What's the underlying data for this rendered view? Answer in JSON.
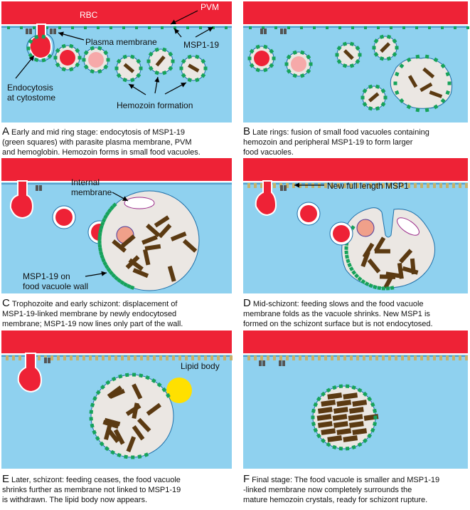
{
  "colors": {
    "rbc": "#ee2236",
    "cytoplasm": "#8fd1ef",
    "pvm_line": "#ffffff",
    "membrane_line": "#1e6fa8",
    "msp1_19": "#16a35a",
    "msp1_full": "#c7b26a",
    "hemozoin": "#5b3a12",
    "vacuole_fill": "#ebe7e3",
    "hemoglobin": "#ee2236",
    "digested_hb": "#f6a9a9",
    "lipid": "#ffe000"
  },
  "panels": [
    {
      "id": "A",
      "letter": "A",
      "caption": [
        "Early and mid ring stage: endocytosis of MSP1-19",
        "(green squares) with parasite plasma membrane, PVM",
        "and hemoglobin. Hemozoin forms in small food vacuoles."
      ],
      "labels": {
        "rbc": "RBC",
        "pvm": "PVM",
        "plasma_membrane": "Plasma membrane",
        "msp1_19": "MSP1-19",
        "endocytosis_1": "Endocytosis",
        "endocytosis_2": "at cytostome",
        "hemozoin": "Hemozoin formation"
      }
    },
    {
      "id": "B",
      "letter": "B",
      "caption": [
        "Late rings: fusion of small food vacuoles containing",
        "hemozoin and peripheral MSP1-19 to form larger",
        "food vacuoles."
      ],
      "labels": {}
    },
    {
      "id": "C",
      "letter": "C",
      "caption": [
        "Trophozoite and early schizont: displacement of",
        "MSP1-19-linked membrane by newly endocytosed",
        "membrane; MSP1-19 now lines only part of the wall."
      ],
      "labels": {
        "internal_1": "Internal",
        "internal_2": "membrane",
        "wall_1": "MSP1-19 on",
        "wall_2": "food vacuole wall"
      }
    },
    {
      "id": "D",
      "letter": "D",
      "caption": [
        "Mid-schizont: feeding slows and the food vacuole",
        "membrane folds as the vacuole shrinks. New MSP1 is",
        "formed on the schizont surface but is not endocytosed."
      ],
      "labels": {
        "new_msp1": "New full length MSP1"
      }
    },
    {
      "id": "E",
      "letter": "E",
      "caption": [
        "Later, schizont: feeding ceases, the food vacuole",
        "shrinks  further as membrane not linked to MSP1-19",
        "is withdrawn. The lipid body now appears."
      ],
      "labels": {
        "lipid": "Lipid body"
      }
    },
    {
      "id": "F",
      "letter": "F",
      "caption": [
        "Final stage: The food vacuole is smaller and MSP1-19",
        "-linked membrane now completely surrounds the",
        "mature hemozoin crystals, ready for schizont rupture."
      ],
      "labels": {}
    }
  ]
}
